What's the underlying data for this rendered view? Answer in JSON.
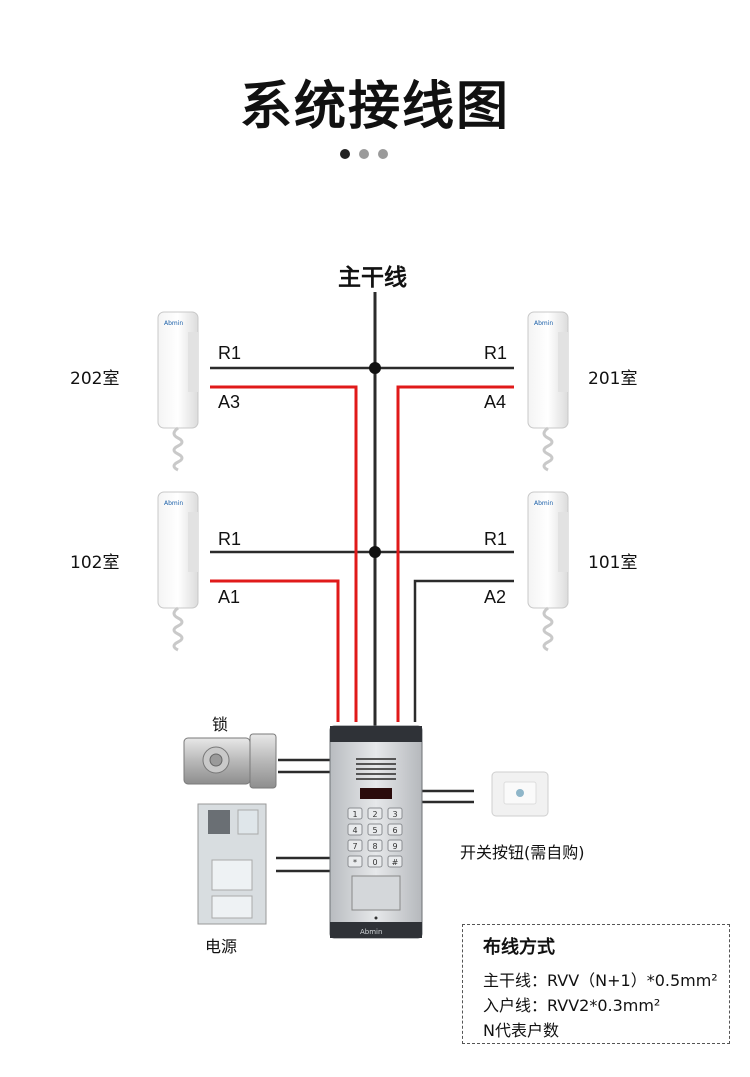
{
  "header": {
    "title": "系统接线图",
    "pager": [
      "active",
      "inactive",
      "inactive"
    ]
  },
  "trunk": {
    "label": "主干线"
  },
  "rooms": {
    "r202": "202室",
    "r201": "201室",
    "r102": "102室",
    "r101": "101室"
  },
  "wires": {
    "top_left_r": "R1",
    "top_left_a": "A3",
    "top_right_r": "R1",
    "top_right_a": "A4",
    "bot_left_r": "R1",
    "bot_left_a": "A1",
    "bot_right_r": "R1",
    "bot_right_a": "A2"
  },
  "devices": {
    "lock": "锁",
    "power": "电源",
    "exit_button": "开关按钮(需自购)",
    "brand": "Abmin",
    "keypad_keys": [
      "1",
      "2",
      "3",
      "4",
      "5",
      "6",
      "7",
      "8",
      "9",
      "*",
      "0",
      "#"
    ]
  },
  "legend": {
    "title": "布线方式",
    "line1": "主干线：RVV（N+1）*0.5mm²",
    "line2": "入户线：RVV2*0.3mm²",
    "line3": "N代表户数"
  },
  "colors": {
    "wire_red": "#e01a1a",
    "wire_black": "#2b2b2b",
    "panel_silver": "#c9ccd0"
  }
}
